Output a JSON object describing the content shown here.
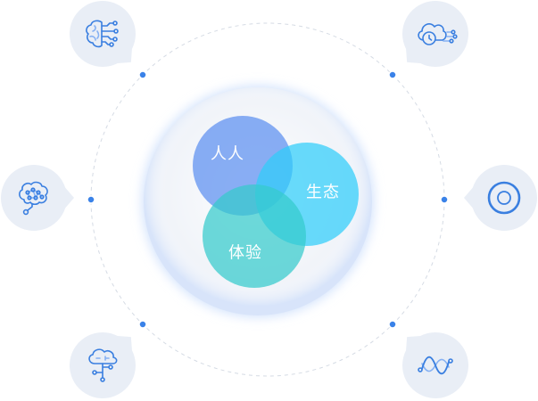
{
  "venn": {
    "people_label": "人人",
    "ecology_label": "生态",
    "experience_label": "体验"
  },
  "icons": {
    "top_left": "ai-brain-circuit-icon",
    "top_right": "cloud-clock-icon",
    "left": "brain-network-icon",
    "right": "target-icon",
    "bottom_left": "cloud-tree-network-icon",
    "bottom_right": "sine-wave-icon"
  },
  "colors": {
    "background": "#ffffff",
    "people_circle": "#5b8ff0",
    "ecology_circle": "#2fcdfa",
    "experience_circle": "#34cbcc",
    "label_text": "#ffffff",
    "core_fill": "#f1f4f9",
    "core_glow": "#d3e3fc",
    "orbit_line": "#d5dbe4",
    "orbit_dot": "#3a82e8",
    "bubble_fill": "#e9eef6",
    "icon_stroke": "#3a7fe0",
    "icon_stroke_light": "#86b1f3"
  }
}
